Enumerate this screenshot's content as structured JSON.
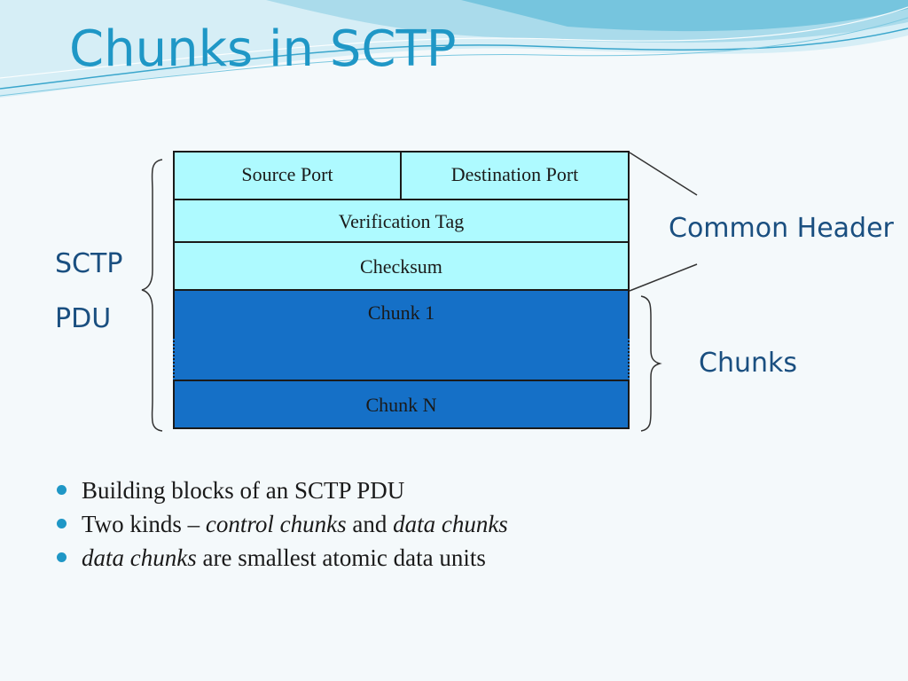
{
  "slide": {
    "title": "Chunks in SCTP"
  },
  "diagram": {
    "rows": {
      "source_port": "Source Port",
      "destination_port": "Destination Port",
      "verification_tag": "Verification Tag",
      "checksum": "Checksum",
      "chunk_1": "Chunk 1",
      "chunk_gap": "",
      "chunk_n": "Chunk N"
    },
    "labels": {
      "sctp": "SCTP",
      "pdu": "PDU",
      "common_header": "Common Header",
      "chunks": "Chunks"
    },
    "colors": {
      "header_fill": "#aefaff",
      "chunk_fill": "#1570c7",
      "label_text": "#1a4f80",
      "title_text": "#1f97c6"
    }
  },
  "bullets": [
    {
      "text": "Building blocks of an SCTP PDU"
    },
    {
      "prefix": "Two kinds – ",
      "em1": "control chunks",
      "mid": " and ",
      "em2": "data chunks"
    },
    {
      "em": "data chunks",
      "rest": " are smallest atomic data units"
    }
  ]
}
